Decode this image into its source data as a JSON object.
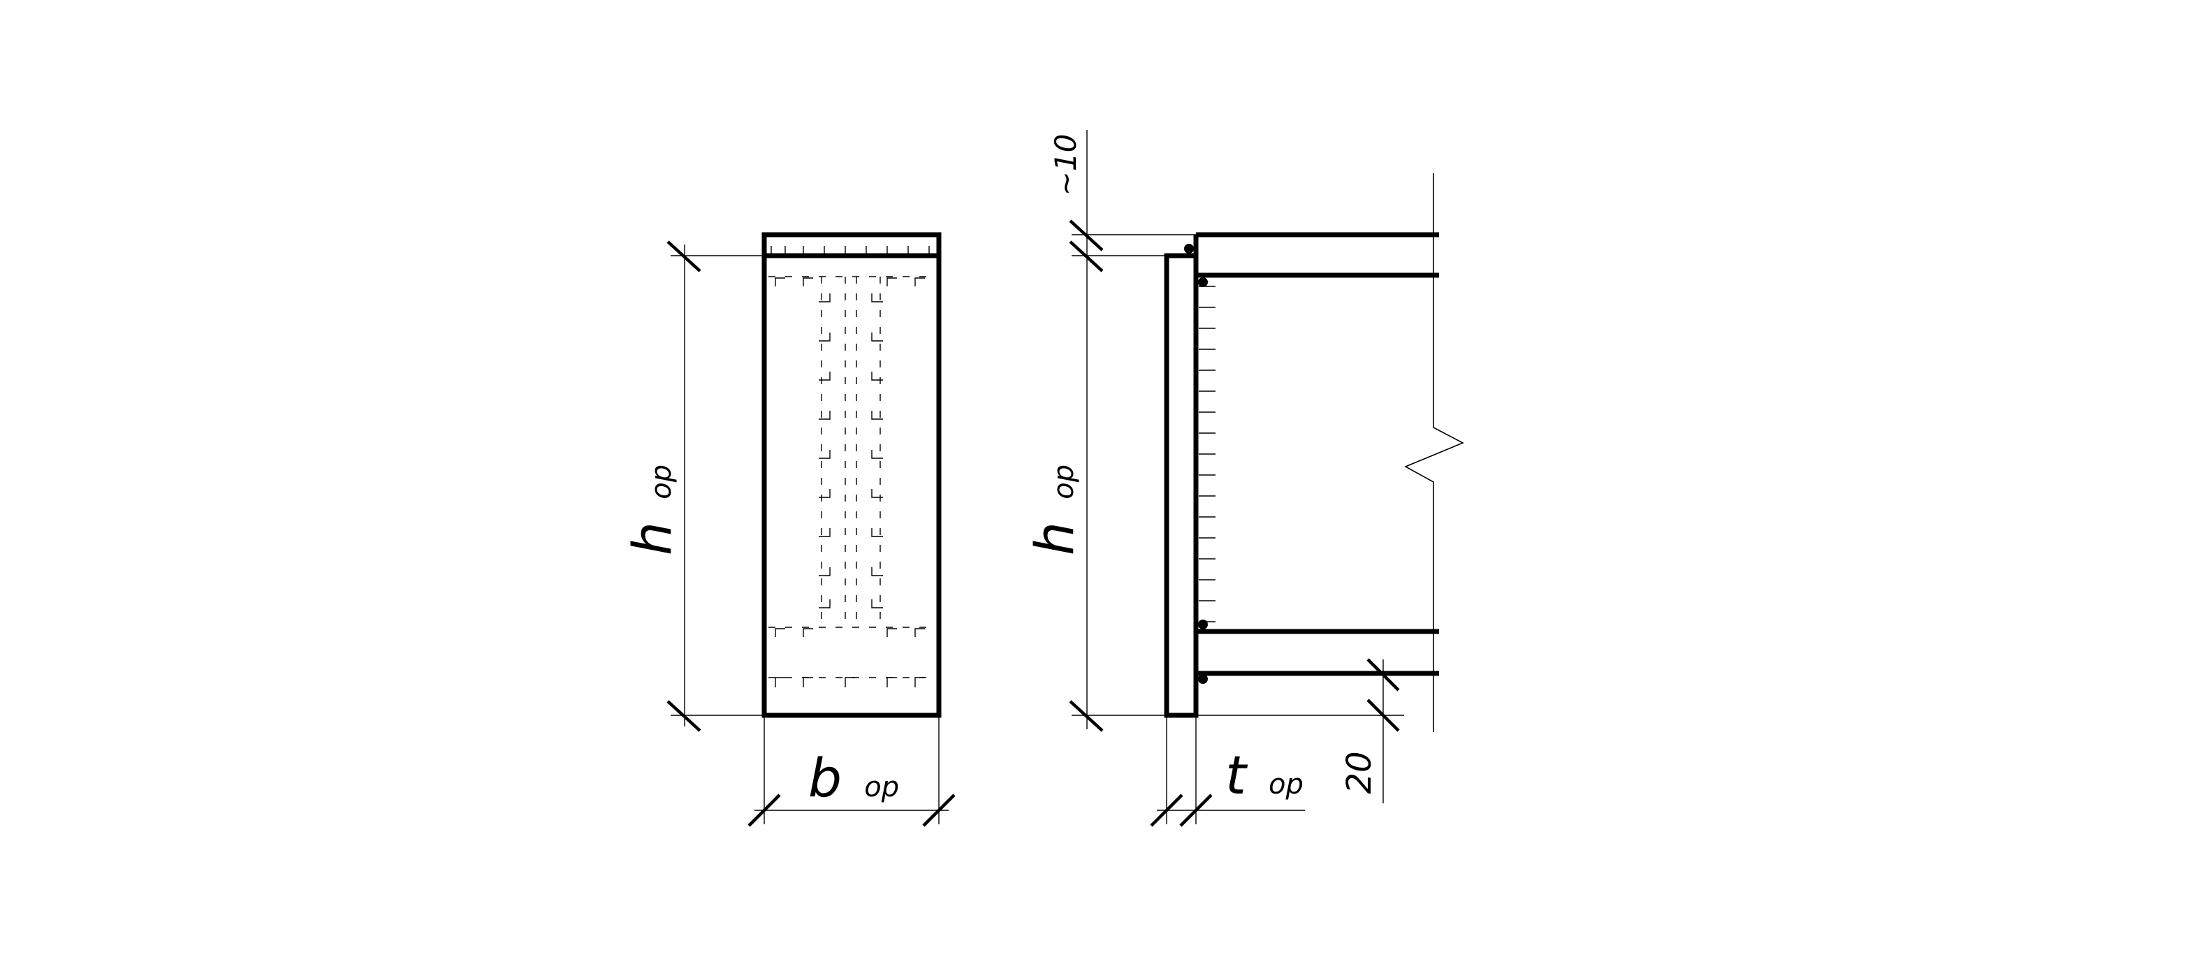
{
  "drawing": {
    "front_view": {
      "height_label": {
        "main": "h",
        "sub": "op"
      },
      "width_label": {
        "main": "b",
        "sub": "op"
      }
    },
    "side_view": {
      "height_label": {
        "main": "h",
        "sub": "op"
      },
      "thickness_label": {
        "main": "t",
        "sub": "op"
      },
      "top_offset_label": "~10",
      "bottom_offset_label": "20"
    }
  }
}
